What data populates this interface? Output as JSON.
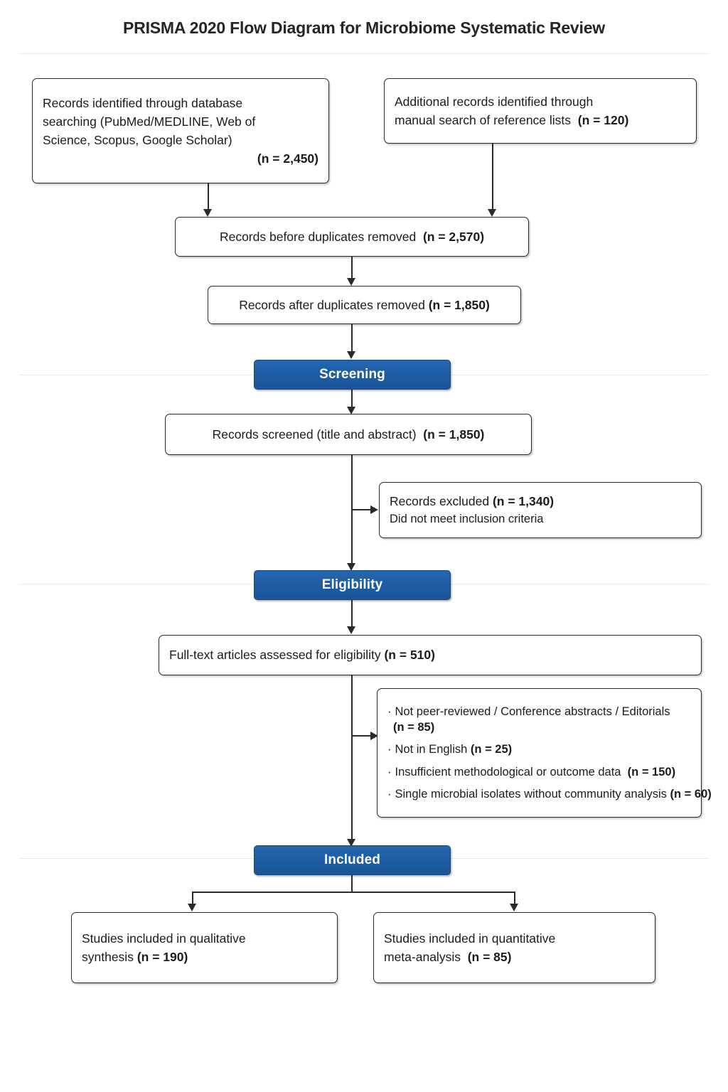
{
  "title": "PRISMA 2020 Flow Diagram for Microbiome Systematic Review",
  "colors": {
    "banner_blue": "#1f5da4",
    "banner_border": "#14457f",
    "box_border": "#2a2a2a",
    "text": "#1b1b1b",
    "rule": "#ececec"
  },
  "boxes": {
    "identification_db": {
      "line1": "Records identified through database",
      "line2": "searching (PubMed/MEDLINE, Web of",
      "line3": "Science, Scopus, Google Scholar)",
      "count": "(n = 2,450)"
    },
    "identification_manual": {
      "line1": "Additional records identified through",
      "line2": "manual search of reference lists",
      "count": "(n = 120)"
    },
    "before_duplicates": {
      "label": "Records before duplicates removed",
      "count": "(n = 2,570)"
    },
    "after_duplicates": {
      "label": "Records after duplicates removed",
      "count": "(n = 1,850)"
    },
    "records_screened": {
      "label": "Records screened (title and abstract)",
      "count": "(n = 1,850)"
    },
    "records_excluded": {
      "label": "Records excluded",
      "count": "(n = 1,340)",
      "reason": "Did not meet inclusion criteria"
    },
    "fulltext_assessed": {
      "label": "Full-text articles assessed for eligibility",
      "count": "(n = 510)"
    },
    "fulltext_excluded": {
      "bullet": "·",
      "items": [
        {
          "text": "Not peer-reviewed / Conference abstracts / Editorials",
          "count": "(n = 85)",
          "count_on_new_line": true
        },
        {
          "text": "Not in English",
          "count": "(n = 25)",
          "count_on_new_line": false
        },
        {
          "text": "Insufficient methodological or outcome data",
          "count": "(n = 150)",
          "count_on_new_line": false
        },
        {
          "text": "Single microbial isolates without community analysis",
          "count": "(n = 60)",
          "count_on_new_line": false
        }
      ]
    },
    "qualitative": {
      "line1": "Studies included in qualitative",
      "line2": "synthesis",
      "count": "(n = 190)"
    },
    "quantitative": {
      "line1": "Studies included in quantitative",
      "line2": "meta-analysis",
      "count": "(n = 85)"
    }
  },
  "banners": {
    "screening": "Screening",
    "eligibility": "Eligibility",
    "included": "Included"
  }
}
